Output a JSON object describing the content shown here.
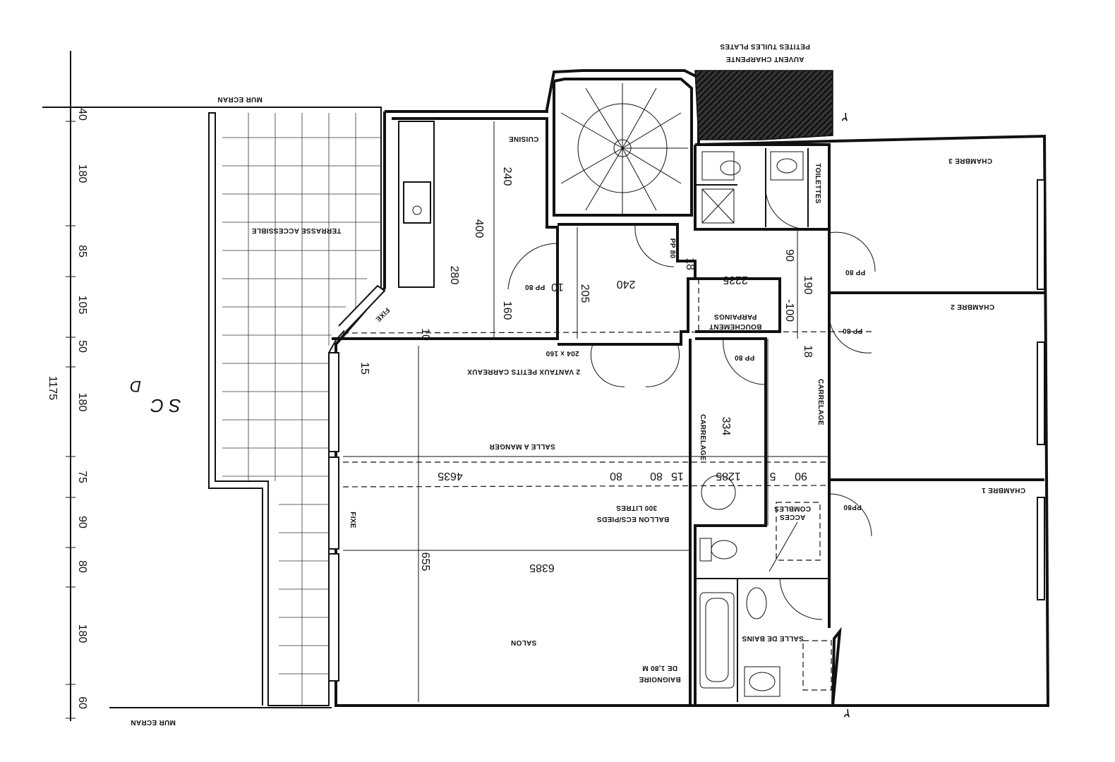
{
  "rooms": {
    "terrasse": "TERRASSE ACCESSIBLE",
    "cuisine": "CUISINE",
    "salle_a_manger": "SALLE A MANGER",
    "salon": "SALON",
    "chambre1": "CHAMBRE 1",
    "chambre2": "CHAMBRE 2",
    "chambre3": "CHAMBRE 3",
    "toilettes": "TOILETTES",
    "salle_de_bains": "SALLE DE BAINS",
    "acces_combles_line1": "ACCES",
    "acces_combles_line2": "COMBLES"
  },
  "notes": {
    "mur_ecran_top": "MUR ECRAN",
    "mur_ecran_bottom": "MUR ECRAN",
    "auvent_line1": "AUVENT CHARPENTE",
    "auvent_line2": "PETITES TUILES PLATES",
    "vantaux_line1": "2 VANTAUX PETITS CARREAUX",
    "vantaux_line2": "204 x 160",
    "bouchement_line1": "BOUCHEMENT",
    "bouchement_line2": "PARPAINGS",
    "carrelage_left": "CARRELAGE",
    "carrelage_right": "CARRELAGE",
    "fixe_top": "FIXE",
    "fixe_bottom": "FIXE",
    "ballon_line1": "BALLON ECS/PIEDS",
    "ballon_line2": "300 LITRES",
    "baignoire_line1": "BAIGNOIRE",
    "baignoire_line2": "DE 1,80 M",
    "pp_cuisine": "PP 80",
    "pp_escalier": "PP 80",
    "pp_chambre3": "PP 80",
    "pp_chambre2": "PP 80",
    "pp_couloir": "PP 80",
    "pp_chambre1": "PP80",
    "handwritten_line1": "S C",
    "handwritten_line2": "D",
    "hand_mark_top": "٢",
    "hand_mark_bottom": "٢"
  },
  "dimensions": {
    "left_scale": [
      "40",
      "180",
      "85",
      "105",
      "50",
      "180",
      "75",
      "90",
      "80",
      "180",
      "60"
    ],
    "total": "1175",
    "d240_cuisine": "240",
    "d400": "400",
    "d280": "280",
    "d160": "160",
    "d10_door": "10",
    "d205": "205",
    "d240_hall": "240",
    "d10_sejour": "10",
    "d15_sejour": "15",
    "d655": "655",
    "d463": "4635",
    "d638": "6385",
    "d80_a": "80",
    "d80_b": "80",
    "d15_b": "15",
    "d1285": "1285",
    "d5": "5",
    "d90_b": "90",
    "d334": "334",
    "d2235": "2235",
    "d90": "90",
    "d190": "190",
    "d100": "-100",
    "d18_a": "18",
    "d18": "18"
  },
  "colors": {
    "ink": "#111111",
    "paper": "#ffffff",
    "hatch": "#1c1c1c"
  }
}
